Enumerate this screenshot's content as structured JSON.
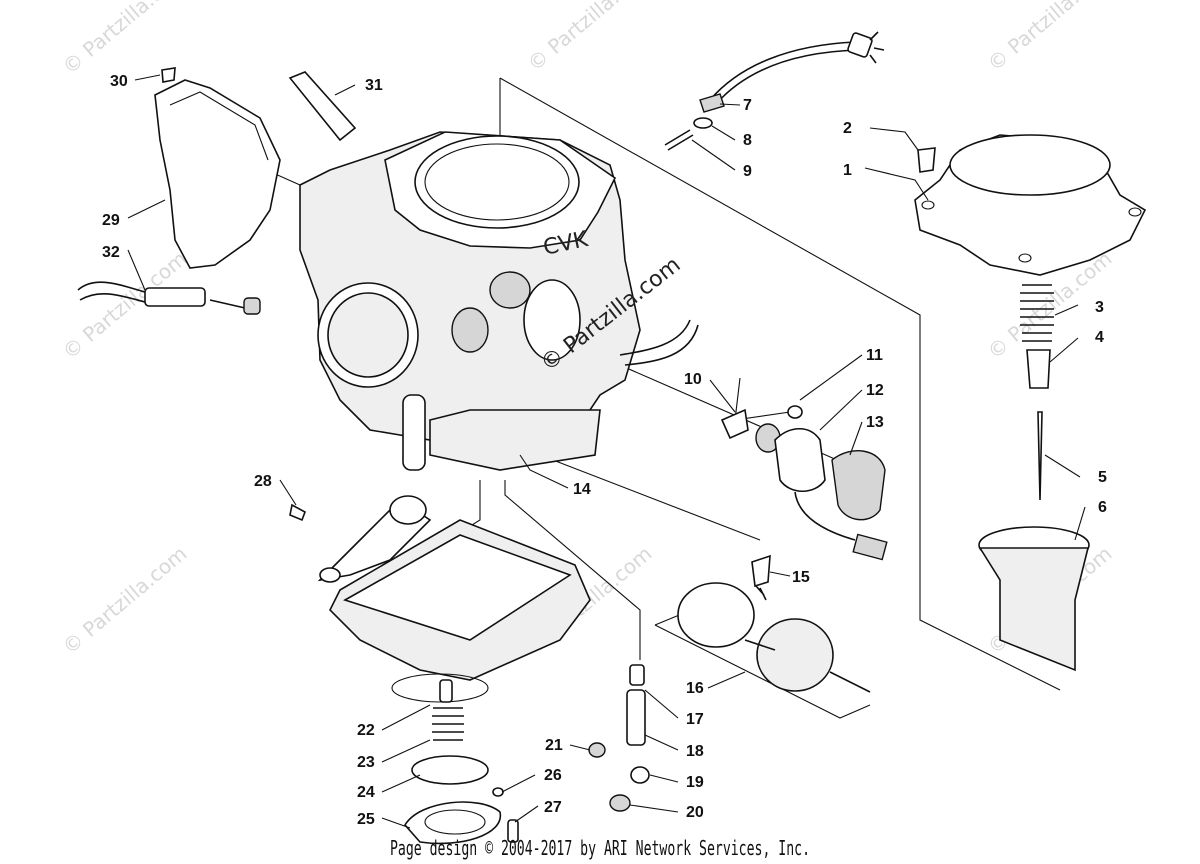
{
  "diagram": {
    "watermark_text": "© Partzilla.com",
    "center_stamp": "© Partzilla.com",
    "throttle_body_text": "CVK",
    "footer_text": "Page design © 2004-2017 by ARI Network Services, Inc.",
    "callouts": [
      {
        "id": "1",
        "label": "1"
      },
      {
        "id": "2",
        "label": "2"
      },
      {
        "id": "3",
        "label": "3"
      },
      {
        "id": "4",
        "label": "4"
      },
      {
        "id": "5",
        "label": "5"
      },
      {
        "id": "6",
        "label": "6"
      },
      {
        "id": "7",
        "label": "7"
      },
      {
        "id": "8",
        "label": "8"
      },
      {
        "id": "9",
        "label": "9"
      },
      {
        "id": "10",
        "label": "10"
      },
      {
        "id": "11",
        "label": "11"
      },
      {
        "id": "12",
        "label": "12"
      },
      {
        "id": "13",
        "label": "13"
      },
      {
        "id": "14",
        "label": "14"
      },
      {
        "id": "15",
        "label": "15"
      },
      {
        "id": "16",
        "label": "16"
      },
      {
        "id": "17",
        "label": "17"
      },
      {
        "id": "18",
        "label": "18"
      },
      {
        "id": "19",
        "label": "19"
      },
      {
        "id": "20",
        "label": "20"
      },
      {
        "id": "21",
        "label": "21"
      },
      {
        "id": "22",
        "label": "22"
      },
      {
        "id": "23",
        "label": "23"
      },
      {
        "id": "24",
        "label": "24"
      },
      {
        "id": "25",
        "label": "25"
      },
      {
        "id": "26",
        "label": "26"
      },
      {
        "id": "27",
        "label": "27"
      },
      {
        "id": "28",
        "label": "28"
      },
      {
        "id": "29",
        "label": "29"
      },
      {
        "id": "30",
        "label": "30"
      },
      {
        "id": "31",
        "label": "31"
      },
      {
        "id": "32",
        "label": "32"
      }
    ]
  }
}
